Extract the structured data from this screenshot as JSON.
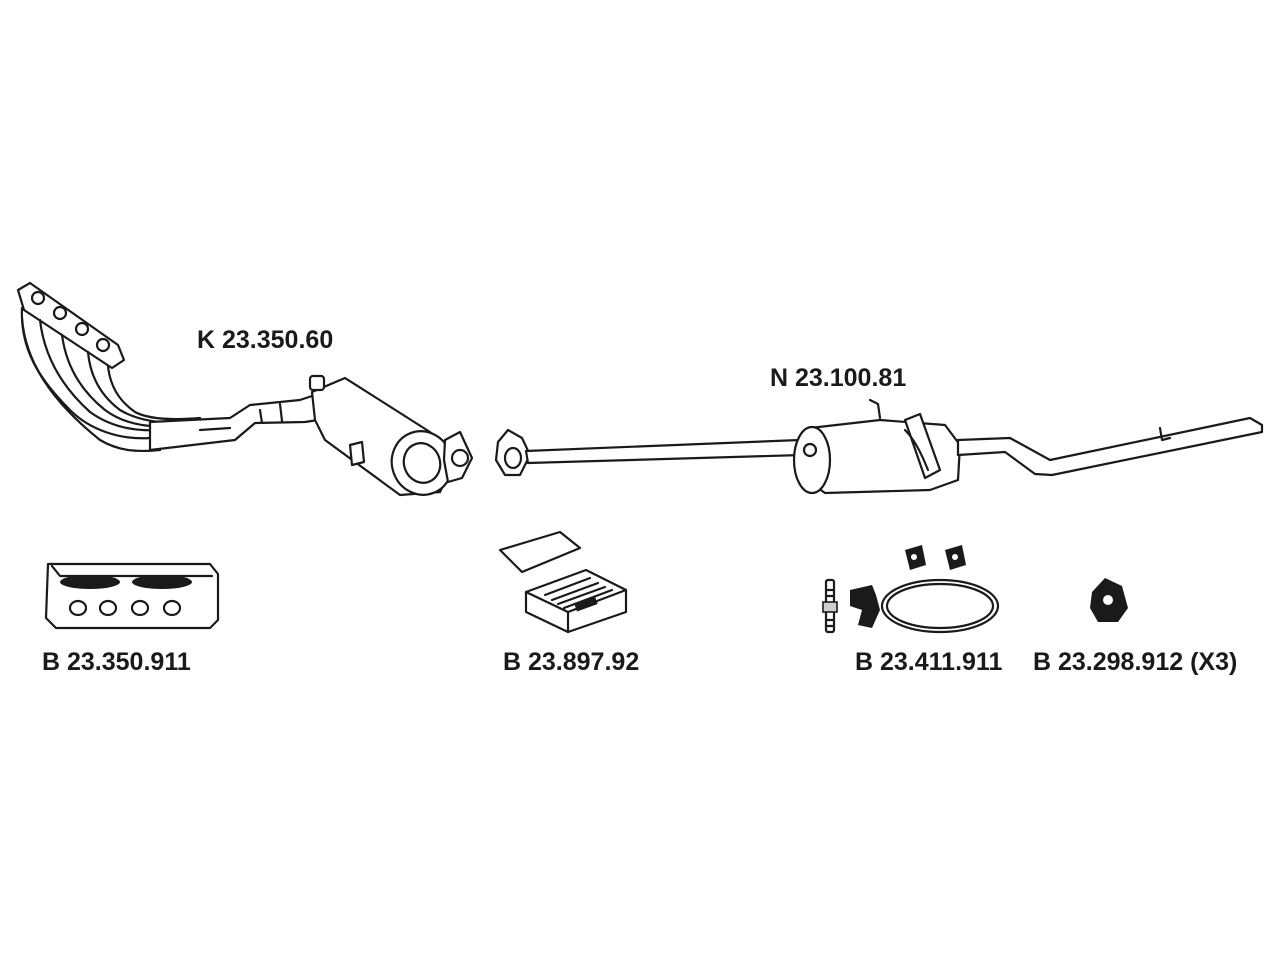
{
  "labels": {
    "manifold_cat": "K 23.350.60",
    "middle_rear": "N 23.100.81",
    "gasket": "B 23.350.911",
    "mounting_kit": "B 23.897.92",
    "clamp_kit": "B 23.411.911",
    "rubber_mount": "B 23.298.912 (X3)"
  },
  "colors": {
    "line": "#1a1a1a",
    "background": "#ffffff",
    "fill_light": "#cfcfcf"
  }
}
